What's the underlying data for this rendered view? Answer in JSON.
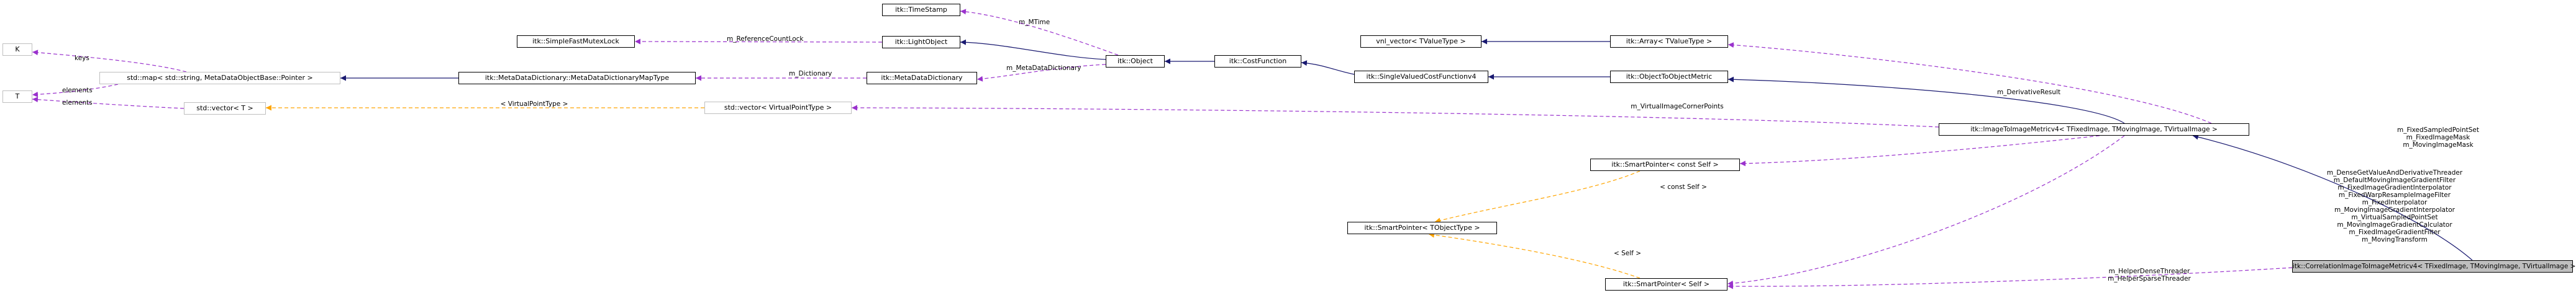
{
  "nodes": {
    "k": "K",
    "t": "T",
    "std_map": "std::map< std::string, MetaDataObjectBase::Pointer >",
    "std_vector_t": "std::vector< T >",
    "simple_fast_mutex_lock": "itk::SimpleFastMutexLock",
    "timestamp": "itk::TimeStamp",
    "light_object": "itk::LightObject",
    "metadata_dictionary_map_type": "itk::MetaDataDictionary::MetaDataDictionaryMapType",
    "metadata_dictionary": "itk::MetaDataDictionary",
    "itk_object": "itk::Object",
    "cost_function": "itk::CostFunction",
    "vnl_vector": "vnl_vector< TValueType >",
    "single_valued_cost_function": "itk::SingleValuedCostFunctionv4",
    "itk_array": "itk::Array< TValueType >",
    "object_to_object_metric": "itk::ObjectToObjectMetric",
    "std_vector_virtual_point": "std::vector< VirtualPointType >",
    "image_to_image_metric": "itk::ImageToImageMetricv4< TFixedImage, TMovingImage, TVirtualImage >",
    "smart_pointer_const_self": "itk::SmartPointer< const Self >",
    "smart_pointer_tobject": "itk::SmartPointer< TObjectType >",
    "smart_pointer_self": "itk::SmartPointer< Self >",
    "correlation_metric": "itk::CorrelationImageToImageMetricv4< TFixedImage, TMovingImage, TVirtualImage >"
  },
  "edge_labels": {
    "keys": "keys",
    "elements_t": "elements",
    "elements_vector": "elements",
    "m_mtime": "m_MTime",
    "reference_count_lock": "m_ReferenceCountLock",
    "m_dictionary": "m_Dictionary",
    "m_metadata_dictionary": "m_MetaDataDictionary",
    "virtual_point_type": "< VirtualPointType >",
    "virtual_image_corner_points": "m_VirtualImageCornerPoints",
    "derivative_result": "m_DerivativeResult",
    "fixed_group": [
      "m_FixedSampledPointSet",
      "m_FixedImageMask",
      "m_MovingImageMask"
    ],
    "const_self": "< const Self >",
    "self": "< Self >",
    "moving_group": [
      "m_DenseGetValueAndDerivativeThreader",
      "m_DefaultMovingImageGradientFilter",
      "m_FixedImageGradientInterpolator",
      "m_FixedWarpResampleImageFilter",
      "m_FixedInterpolator",
      "m_MovingImageGradientInterpolator",
      "m_VirtualSampledPointSet",
      "m_MovingImageGradientCalculator",
      "m_FixedImageGradientFilter",
      "m_MovingTransform"
    ],
    "helper_group": [
      "m_HelperDenseThreader",
      "m_HelperSparseThreader"
    ]
  },
  "colors": {
    "inheritance": "#191970",
    "usage": "#9a32cd",
    "template": "#ffa500",
    "border": "#000000",
    "gray_border": "#bfbfbf",
    "focus_fill": "#bfbfbf"
  }
}
